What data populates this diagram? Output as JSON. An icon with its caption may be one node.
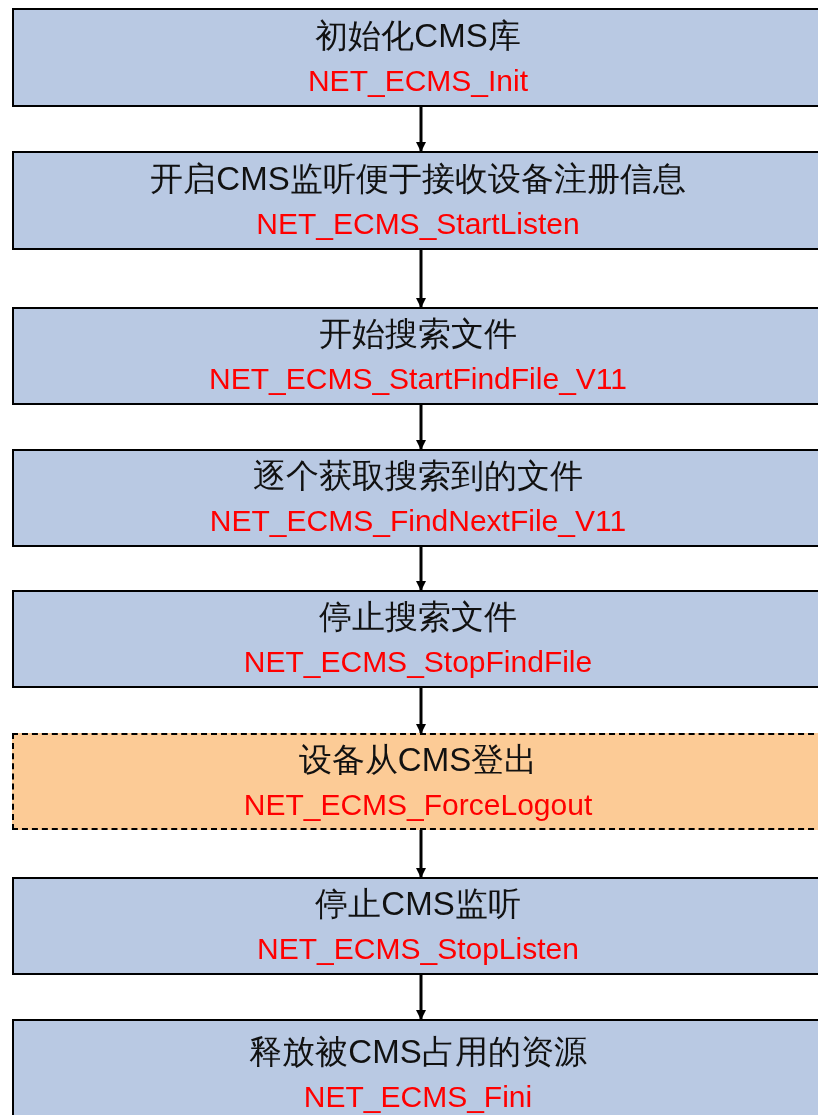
{
  "diagram": {
    "nodes": [
      {
        "text": [
          "初始化CMS库",
          "NET_ECMS_Init"
        ]
      },
      {
        "text": [
          "开启CMS监听便于接收设备注册信息",
          "NET_ECMS_StartListen"
        ]
      },
      {
        "text": [
          "开始搜索文件",
          "NET_ECMS_StartFindFile_V11"
        ]
      },
      {
        "text": [
          "逐个获取搜索到的文件",
          "NET_ECMS_FindNextFile_V11"
        ]
      },
      {
        "text": [
          "停止搜索文件",
          "NET_ECMS_StopFindFile"
        ]
      },
      {
        "text": [
          "设备从CMS登出",
          "NET_ECMS_ForceLogout"
        ]
      },
      {
        "text": [
          "停止CMS监听",
          "NET_ECMS_StopListen"
        ]
      },
      {
        "text": [
          "释放被CMS占用的资源",
          "NET_ECMS_Fini"
        ]
      }
    ],
    "edges": [
      {
        "from": 0,
        "to": 1,
        "arrow": "to"
      },
      {
        "from": 1,
        "to": 2,
        "arrow": "to"
      },
      {
        "from": 2,
        "to": 3,
        "arrow": "to"
      },
      {
        "from": 3,
        "to": 4,
        "arrow": "to"
      },
      {
        "from": 4,
        "to": 5,
        "arrow": "to"
      },
      {
        "from": 5,
        "to": 6,
        "arrow": "to"
      },
      {
        "from": 6,
        "to": 7,
        "arrow": "to"
      }
    ]
  }
}
